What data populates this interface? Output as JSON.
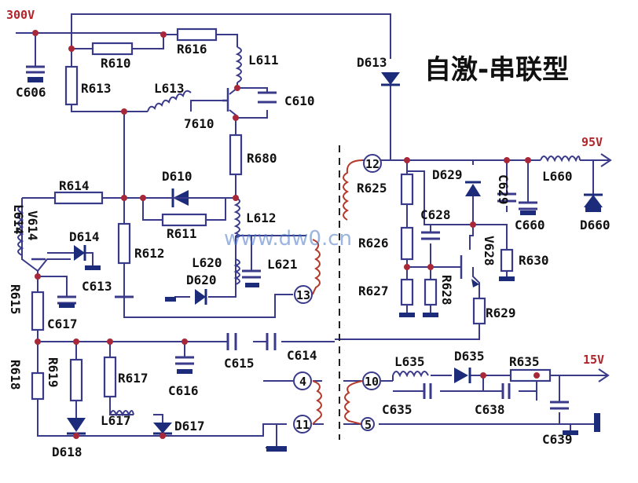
{
  "title": "自激-串联型",
  "watermark": "www.dw0.cn",
  "supply": {
    "v300": "300V",
    "v95": "95V",
    "v15": "15V"
  },
  "colors": {
    "wire": "#3a3a8a",
    "node": "#a8283a",
    "label_red": "#b3242a",
    "ground": "#1d2c7a"
  },
  "labels": {
    "C606": "C606",
    "R610": "R610",
    "R616": "R616",
    "L611": "L611",
    "R613": "R613",
    "L613": "L613",
    "C610": "C610",
    "V610": "7610",
    "R680": "R680",
    "D610": "D610",
    "R614": "R614",
    "R611": "R611",
    "L612": "L612",
    "L614": "L614",
    "V614": "V614",
    "D614": "D614",
    "R612": "R612",
    "C613": "C613",
    "L620": "L620",
    "L621": "L621",
    "D620": "D620",
    "R615": "R615",
    "C617": "C617",
    "R618": "R618",
    "R619": "R619",
    "R617": "R617",
    "C616": "C616",
    "C615": "C615",
    "C614": "C614",
    "L617": "L617",
    "D617": "D617",
    "D618": "D618",
    "D613": "D613",
    "R625": "R625",
    "D629": "D629",
    "C629": "C629",
    "L660": "L660",
    "D660": "D660",
    "C628": "C628",
    "R626": "R626",
    "C660": "C660",
    "V628": "V628",
    "R630": "R630",
    "R627": "R627",
    "R628": "R628",
    "R629": "R629",
    "L635": "L635",
    "D635": "D635",
    "R635": "R635",
    "C635": "C635",
    "C638": "C638",
    "C639": "C639"
  },
  "pins": {
    "p12": "12",
    "p13": "13",
    "p10": "10",
    "p4": "4",
    "p11": "11",
    "p5": "5"
  }
}
